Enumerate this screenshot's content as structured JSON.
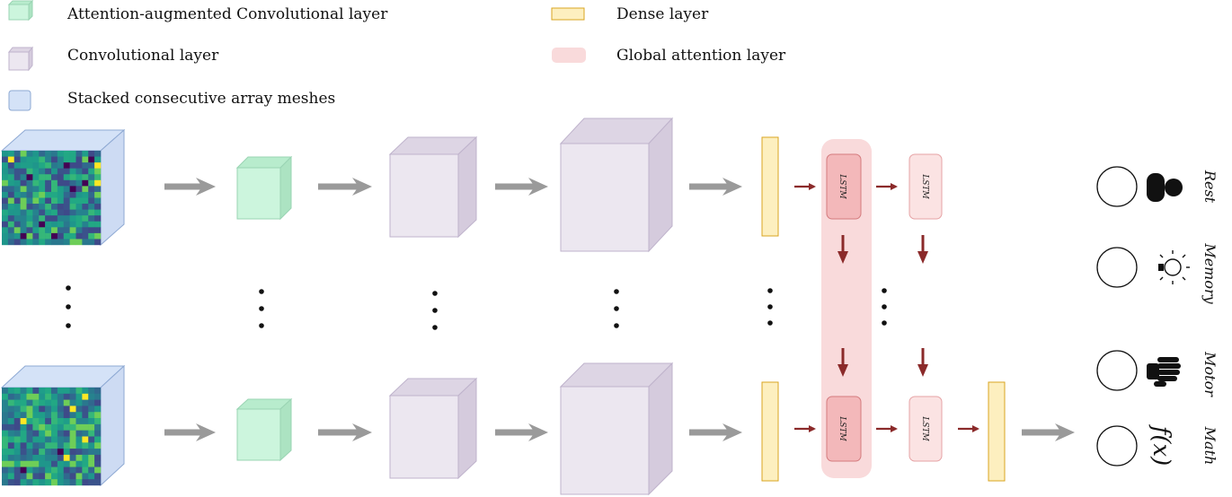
{
  "legend": {
    "aug_conv": "Attention-augmented Convolutional layer",
    "conv": "Convolutional layer",
    "stacked": "Stacked consecutive array meshes",
    "dense": "Dense layer",
    "global_attn": "Global attention layer"
  },
  "lstm_label": "LSTM",
  "classes": {
    "rest": "Rest",
    "memory": "Memory",
    "motor": "Motor",
    "math": "Math",
    "math_symbol": "f(x)"
  },
  "colors": {
    "aug_conv": "#ccf5dd",
    "conv": "#ece7f0",
    "stacked": "#d4e2f7",
    "dense": "#fdefbf",
    "dense_border": "#d9a520",
    "global_attn": "#f9dadb",
    "lstm": "#f3b8ba",
    "lstm_light": "#fbe3e3",
    "red_arrow": "#8b2a2a",
    "gray_arrow": "#9a9a9a"
  },
  "icons": [
    "person-icon",
    "lightbulb-icon",
    "hand-icon",
    "function-icon"
  ]
}
